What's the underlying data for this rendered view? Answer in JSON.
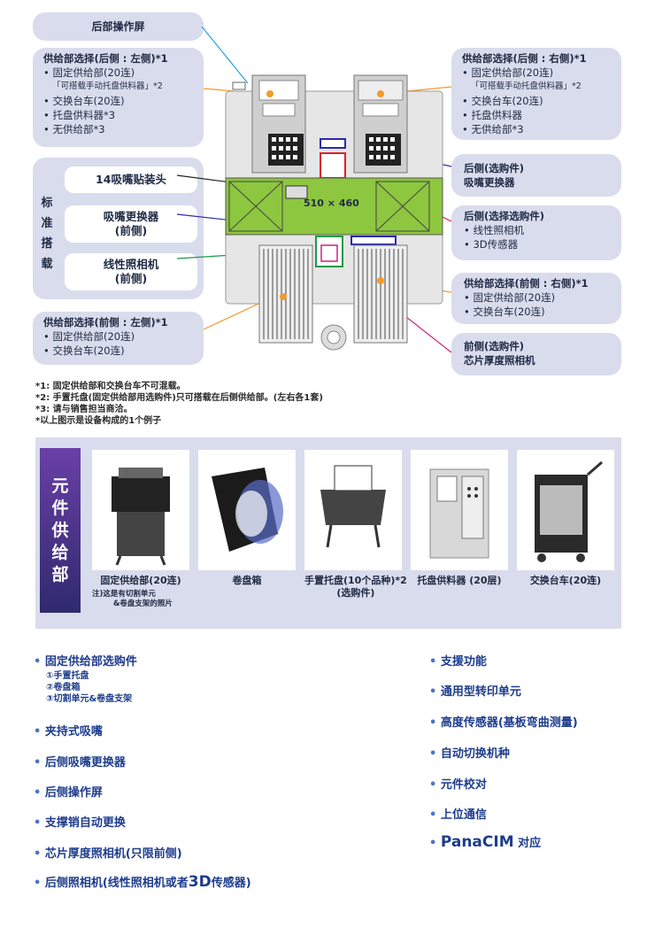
{
  "callouts": {
    "rear_panel": "后部操作屏",
    "left_rear": {
      "title": "供给部选择(后侧 : 左侧)*1",
      "items": [
        "固定供给部(20连)",
        "交换台车(20连)",
        "托盘供料器*3",
        "无供给部*3"
      ],
      "note": "「可搭载手动托盘供料器」*2"
    },
    "right_rear": {
      "title": "供给部选择(后侧 : 右侧)*1",
      "items": [
        "固定供给部(20连)",
        "交换台车(20连)",
        "托盘供料器",
        "无供给部*3"
      ],
      "note": "「可搭载手动托盘供料器」*2"
    },
    "standard": {
      "label": [
        "标",
        "准",
        "搭",
        "载"
      ],
      "head": "14吸嘴贴装头",
      "nozzle": [
        "吸嘴更换器",
        "(前侧)"
      ],
      "camera": [
        "线性照相机",
        "(前侧)"
      ]
    },
    "left_front": {
      "title": "供给部选择(前侧 : 左侧)*1",
      "items": [
        "固定供给部(20连)",
        "交换台车(20连)"
      ]
    },
    "right_rear_nozzle": [
      "后侧(选购件)",
      "吸嘴更换器"
    ],
    "rear_camera": {
      "title": "后侧(选择选购件)",
      "items": [
        "线性照相机",
        "3D传感器"
      ]
    },
    "right_front": {
      "title": "供给部选择(前侧 : 右侧)*1",
      "items": [
        "固定供给部(20连)",
        "交换台车(20连)"
      ]
    },
    "front_camera": [
      "前侧(选购件)",
      "芯片厚度照相机"
    ]
  },
  "machine": {
    "board_size": "510 × 460"
  },
  "footnotes": [
    "*1: 固定供给部和交换台车不可混载。",
    "*2: 手置托盘(固定供给部用选购件)只可搭载在后侧供给部。(左右各1套)",
    "*3: 请与销售担当商洽。",
    "*以上图示是设备构成的1个例子"
  ],
  "parts": {
    "title": [
      "元",
      "件",
      "供",
      "给",
      "部"
    ],
    "items": [
      {
        "caption": [
          "固定供给部(20连)"
        ],
        "sub": [
          "注)这是有切割单元",
          "&卷盘支架的照片"
        ]
      },
      {
        "caption": [
          "卷盘箱"
        ]
      },
      {
        "caption": [
          "手置托盘(10个品种)*2",
          "(选购件)"
        ]
      },
      {
        "caption": [
          "托盘供料器 (20层)"
        ]
      },
      {
        "caption": [
          "交换台车(20连)"
        ]
      }
    ]
  },
  "options_left": [
    {
      "label": "固定供给部选购件",
      "sub": [
        "①手置托盘",
        "②卷盘箱",
        "③切割单元&卷盘支架"
      ]
    },
    {
      "label": "夹持式吸嘴"
    },
    {
      "label": "后侧吸嘴更换器"
    },
    {
      "label": "后侧操作屏"
    },
    {
      "label": "支撑销自动更换"
    },
    {
      "label": "芯片厚度照相机(只限前侧)"
    },
    {
      "label": "后侧照相机(线性照相机或者",
      "label_big": "3D",
      "label_end": "传感器)"
    }
  ],
  "options_right": [
    {
      "label": "支援功能"
    },
    {
      "label": "通用型转印单元"
    },
    {
      "label": "高度传感器(基板弯曲测量)"
    },
    {
      "label": "自动切换机种"
    },
    {
      "label": "元件校对"
    },
    {
      "label": "上位通信"
    },
    {
      "label_big": "PanaCIM",
      "label": " 对应"
    }
  ]
}
